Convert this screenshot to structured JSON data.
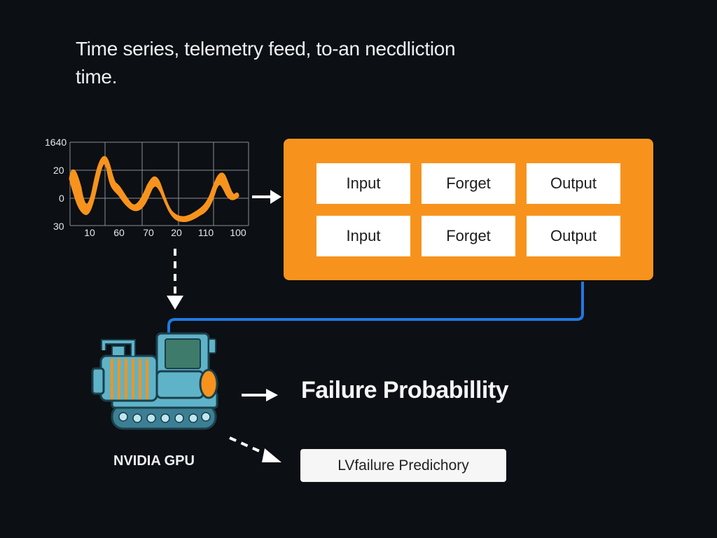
{
  "title": {
    "line1": "Time series, telemetry feed, to-an necdliction",
    "line2": "time."
  },
  "chart_data": {
    "type": "line",
    "ytick_labels": [
      "1640",
      "20",
      "0",
      "30"
    ],
    "xtick_labels": [
      "10",
      "60",
      "70",
      "20",
      "110",
      "100"
    ],
    "grid": true,
    "series_color": "#f7931d"
  },
  "lstm": {
    "color": "#f7931d",
    "gates": [
      {
        "label": "Input"
      },
      {
        "label": "Forget"
      },
      {
        "label": "Output"
      },
      {
        "label": "Input"
      },
      {
        "label": "Forget"
      },
      {
        "label": "Output"
      }
    ]
  },
  "failure_label": "Failure Probabillity",
  "gpu_label": "NVIDIA GPU",
  "prediction_box": "LVfailure Predichory",
  "colors": {
    "background": "#0c0f14",
    "connector": "#1f7ae0",
    "machine": "#5fb3c8"
  },
  "icons": [
    "machine-icon",
    "arrow-right-icon",
    "dashed-arrow-down-icon",
    "dashed-arrow-diagonal-icon"
  ]
}
